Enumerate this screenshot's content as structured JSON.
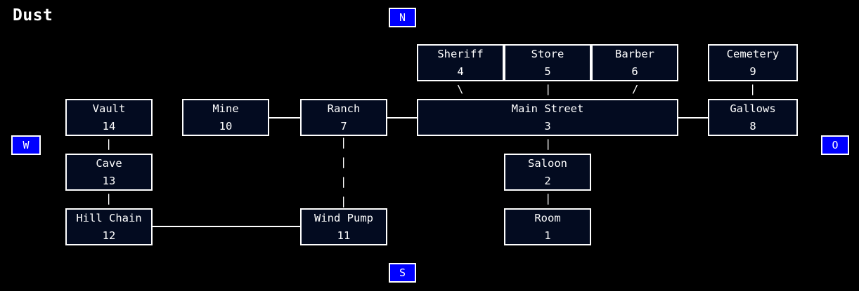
{
  "title": "Dust",
  "colors": {
    "background": "#000000",
    "room_fill": "#030b20",
    "room_border": "#ffffff",
    "text": "#ffffff",
    "compass_fill": "#0000ff",
    "connector": "#ffffff"
  },
  "compass": {
    "north": {
      "label": "N"
    },
    "west": {
      "label": "W"
    },
    "east": {
      "label": "O"
    },
    "south": {
      "label": "S"
    }
  },
  "rooms": [
    {
      "name": "Sheriff",
      "id": "4"
    },
    {
      "name": "Store",
      "id": "5"
    },
    {
      "name": "Barber",
      "id": "6"
    },
    {
      "name": "Cemetery",
      "id": "9"
    },
    {
      "name": "Vault",
      "id": "14"
    },
    {
      "name": "Mine",
      "id": "10"
    },
    {
      "name": "Ranch",
      "id": "7"
    },
    {
      "name": "Main Street",
      "id": "3"
    },
    {
      "name": "Gallows",
      "id": "8"
    },
    {
      "name": "Cave",
      "id": "13"
    },
    {
      "name": "Saloon",
      "id": "2"
    },
    {
      "name": "Hill Chain",
      "id": "12"
    },
    {
      "name": "Wind Pump",
      "id": "11"
    },
    {
      "name": "Room",
      "id": "1"
    }
  ],
  "connector_glyphs": {
    "backslash": "\\",
    "pipe": "|",
    "slash": "/"
  }
}
